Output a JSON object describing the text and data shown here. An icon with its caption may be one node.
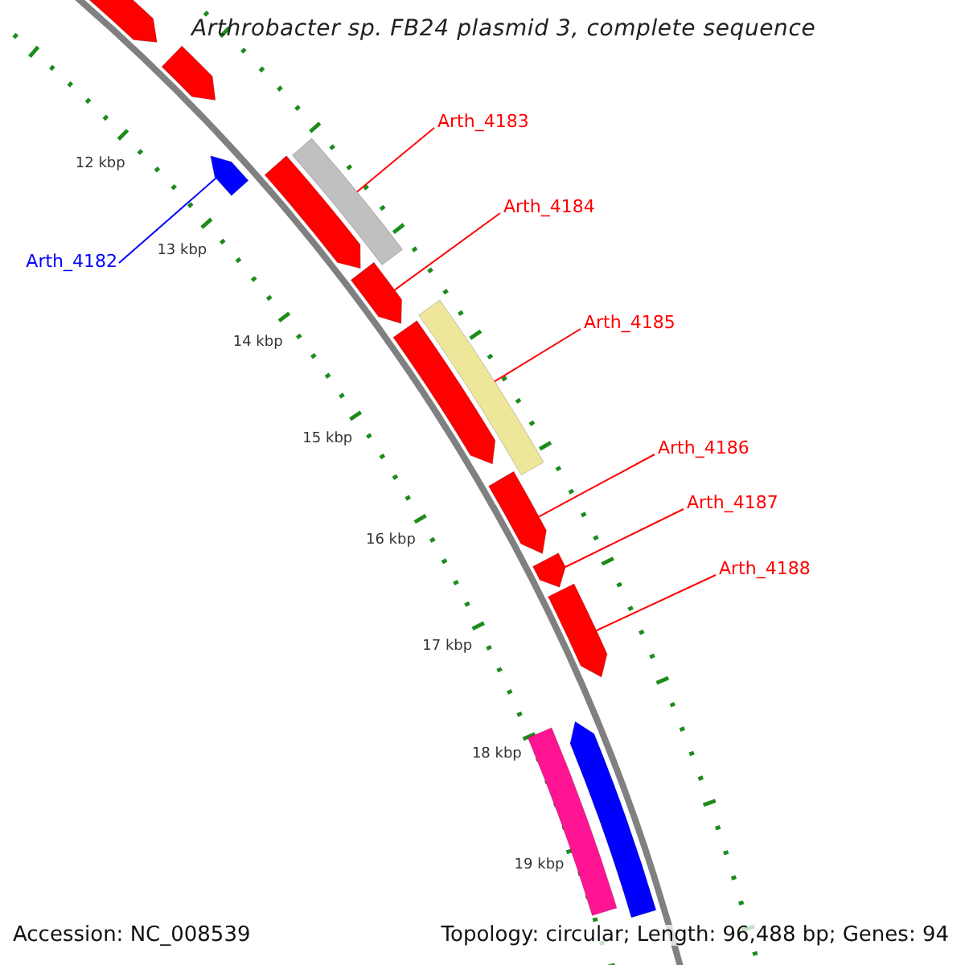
{
  "diagram": {
    "title": "Arthrobacter sp. FB24 plasmid 3, complete sequence",
    "nodes": [
      {
        "text": [],
        "shape": "arrow"
      },
      {
        "text": [],
        "shape": "arrow"
      },
      {
        "text": [
          "Arth_4183"
        ]
      },
      {
        "text": [],
        "shape": "bar"
      },
      {
        "text": [],
        "shape": "arrow"
      },
      {
        "text": [],
        "shape": "arrow"
      },
      {
        "text": [
          "Arth_4184"
        ]
      },
      {
        "text": [
          "Arth_4182"
        ]
      },
      {
        "text": [],
        "shape": "arrow"
      },
      {
        "text": [
          "Arth_4185"
        ]
      },
      {
        "text": [],
        "shape": "bar"
      },
      {
        "text": [],
        "shape": "arrow"
      },
      {
        "text": [
          "Arth_4186"
        ]
      },
      {
        "text": [],
        "shape": "arrow"
      },
      {
        "text": [
          "Arth_4187"
        ]
      },
      {
        "text": [],
        "shape": "arrow"
      },
      {
        "text": [
          "Arth_4188"
        ]
      },
      {
        "text": [],
        "shape": "arrow"
      },
      {
        "text": [],
        "shape": "arrow"
      },
      {
        "text": [],
        "shape": "bar"
      }
    ],
    "edges": [
      {
        "from": 2,
        "to": 3,
        "arrow": "none"
      },
      {
        "from": 6,
        "to": 8,
        "arrow": "none"
      },
      {
        "from": 7,
        "to": 5,
        "arrow": "none",
        "color": "#0000ff"
      },
      {
        "from": 9,
        "to": 10,
        "arrow": "none"
      },
      {
        "from": 12,
        "to": 13,
        "arrow": "none"
      },
      {
        "from": 14,
        "to": 15,
        "arrow": "none"
      },
      {
        "from": 16,
        "to": 17,
        "arrow": "none"
      }
    ],
    "labels": [
      "12 kbp",
      "13 kbp",
      "14 kbp",
      "15 kbp",
      "16 kbp",
      "17 kbp",
      "18 kbp",
      "19 kbp",
      "Accession: NC_008539",
      "Topology: circular; Length: 96,488 bp; Genes: 94"
    ]
  }
}
